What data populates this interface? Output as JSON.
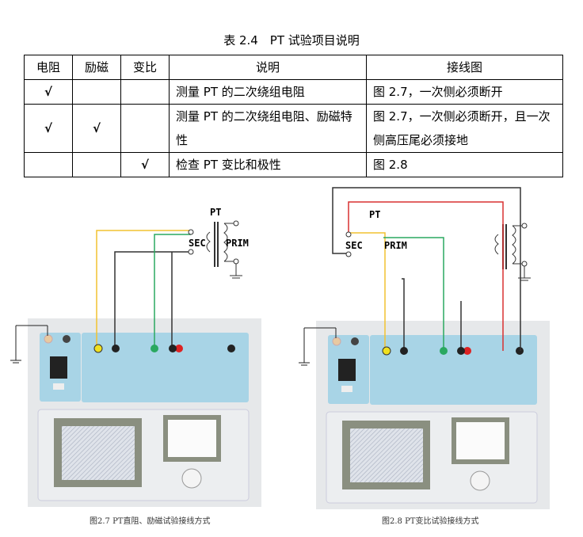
{
  "table": {
    "title": "表 2.4　PT 试验项目说明",
    "headers": [
      "电阻",
      "励磁",
      "变比",
      "说明",
      "接线图"
    ],
    "rows": [
      {
        "resistance": "√",
        "excitation": "",
        "ratio": "",
        "desc": "测量 PT 的二次绕组电阻",
        "diagram": "图 2.7，一次侧必须断开"
      },
      {
        "resistance": "√",
        "excitation": "√",
        "ratio": "",
        "desc": "测量 PT 的二次绕组电阻、励磁特性",
        "diagram": "图 2.7，一次侧必须断开，且一次侧高压尾必须接地"
      },
      {
        "resistance": "",
        "excitation": "",
        "ratio": "√",
        "desc": "检查 PT 变比和极性",
        "diagram": "图 2.8"
      }
    ]
  },
  "figures": [
    {
      "caption": "图2.7 PT直阻、励磁试验接线方式",
      "pt_label": "PT",
      "sec_label": "SEC",
      "prim_label": "PRIM"
    },
    {
      "caption": "图2.8 PT变比试验接线方式",
      "pt_label": "PT",
      "sec_label": "SEC",
      "prim_label": "PRIM"
    }
  ],
  "colors": {
    "yellow_wire": "#f2c230",
    "green_wire": "#2aa860",
    "red_wire": "#d83030",
    "black_wire": "#333333",
    "panel": "#e6e8ea",
    "blue_panel": "#a8d4e6"
  }
}
